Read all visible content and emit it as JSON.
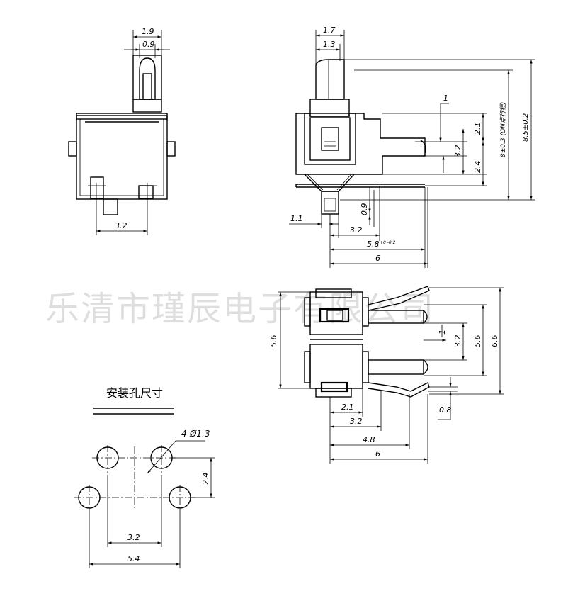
{
  "watermark": "乐清市瑾辰电子有限公司",
  "front_view": {
    "dims": {
      "d1": "1.9",
      "d2": "0.9",
      "d3": "3.2"
    }
  },
  "side_view": {
    "dims": {
      "d1": "1.7",
      "d2": "1.3",
      "d3": "1",
      "d4": "2.1",
      "d5": "3.2",
      "d6": "2.4",
      "d7": "8±0.3 (ON点行程)",
      "d8": "8.5±0.2",
      "d9": "0.9",
      "d10": "1.1",
      "d11": "3.2",
      "d12_main": "5.8",
      "d12_tol": "+0 -0.2",
      "d13": "6"
    }
  },
  "top_view": {
    "dims": {
      "d1": "5.6",
      "d2": "1",
      "d3": "3.2",
      "d4": "5.6",
      "d5": "6.6",
      "d6": "0.8",
      "d7": "2.1",
      "d8": "3.2",
      "d9": "4.8",
      "d10": "6"
    }
  },
  "hole_pattern": {
    "title": "安装孔尺寸",
    "hole_label": "4-Ø1.3",
    "dims": {
      "pitch_v": "2.4",
      "pitch_inner": "3.2",
      "pitch_outer": "5.4"
    }
  }
}
